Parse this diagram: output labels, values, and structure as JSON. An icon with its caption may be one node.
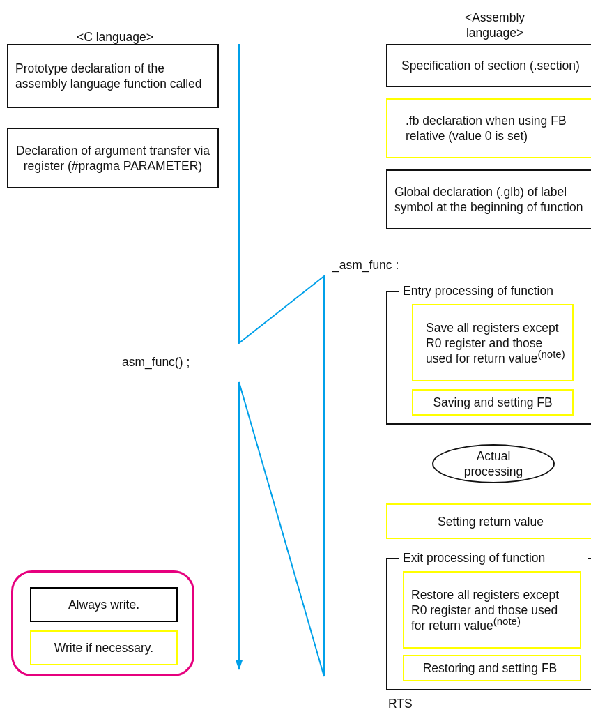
{
  "diagram": {
    "nodes": [
      {
        "text": [
          "Prototype declaration of the assembly language function called"
        ]
      },
      {
        "text": [
          "Declaration of argument transfer via register (#pragma    PARAMETER)"
        ]
      },
      {
        "text": [
          "Specification of section (.section)"
        ]
      },
      {
        "text": [
          ".fb declaration when using FB relative (value 0 is set)"
        ]
      },
      {
        "text": [
          "Global declaration (.glb) of label symbol at the beginning of function"
        ]
      },
      {
        "text": [
          "Entry processing of function"
        ]
      },
      {
        "text": [
          "Save all registers except R0 register and those used for return value$^{(note)}$"
        ],
        "in": 5
      },
      {
        "text": [
          "Saving and setting FB"
        ],
        "in": 5
      },
      {
        "text": [
          "Actual processing"
        ]
      },
      {
        "text": [
          "Setting return value"
        ]
      },
      {
        "text": [
          "Exit processing of function"
        ]
      },
      {
        "text": [
          "Restore all registers except R0 register and those used for return value$^{(note)}$"
        ],
        "in": 10
      },
      {
        "text": [
          "Restoring and setting FB"
        ],
        "in": 10
      }
    ],
    "labels": [
      "<C language>",
      "<Assembly language>",
      "_asm_func :",
      "asm_func() ;",
      "RTS"
    ],
    "legend": [
      {
        "text": "Always write.",
        "color": "#000000"
      },
      {
        "text": "Write if necessary.",
        "color": "#ffff00"
      }
    ]
  }
}
